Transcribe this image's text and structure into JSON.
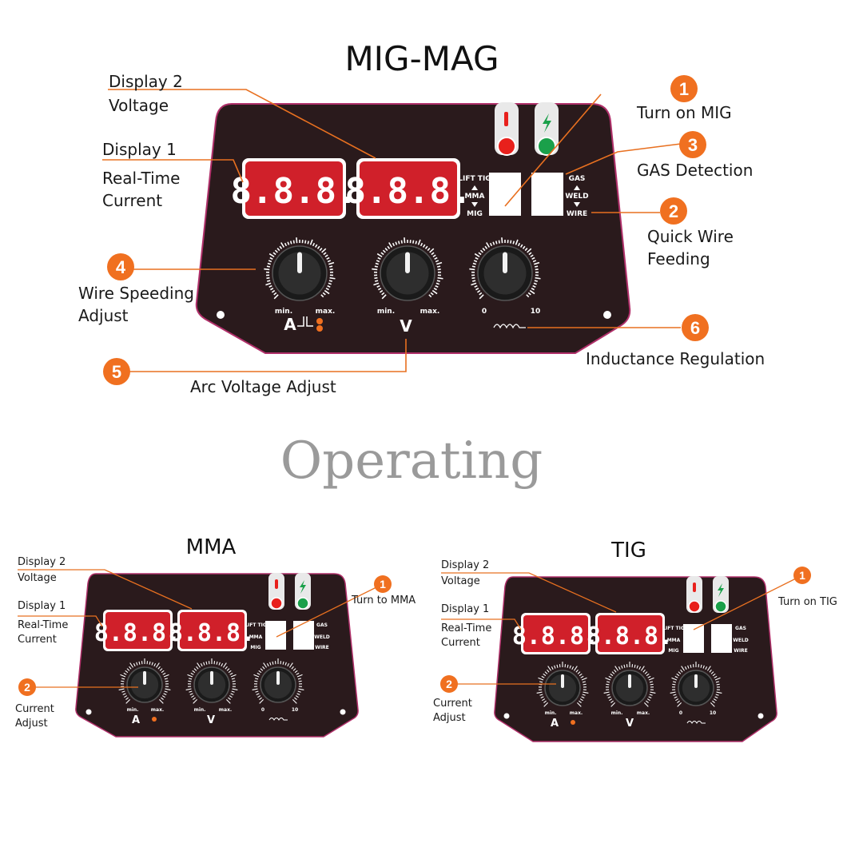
{
  "title": "MIG-MAG",
  "section_heading": "Operating",
  "main": {
    "display1": {
      "value": "8.8.8.",
      "label_line1": "Display 1",
      "label_line2": "Real-Time",
      "label_line3": "Current"
    },
    "display2": {
      "value": "8.8.8.",
      "label_line1": "Display 2",
      "label_line2": "Voltage"
    },
    "mode_labels": {
      "top": "LIFT TIG",
      "mid": "MMA",
      "bottom": "MIG"
    },
    "gas_labels": {
      "top": "GAS",
      "mid": "WELD",
      "bottom": "WIRE"
    },
    "knob1": {
      "min": "min.",
      "max": "max.",
      "symbol": "A"
    },
    "knob2": {
      "min": "min.",
      "max": "max.",
      "symbol": "V"
    },
    "knob3": {
      "min": "0",
      "max": "10"
    },
    "callouts": [
      {
        "num": "1",
        "text": "Turn on MIG"
      },
      {
        "num": "3",
        "text": "GAS Detection"
      },
      {
        "num": "2",
        "text": "Quick Wire",
        "text2": "Feeding"
      },
      {
        "num": "4",
        "text": "Wire Speeding",
        "text2": "Adjust"
      },
      {
        "num": "5",
        "text": "Arc Voltage Adjust"
      },
      {
        "num": "6",
        "text": "Inductance Regulation"
      }
    ]
  },
  "mma": {
    "title": "MMA",
    "display1": {
      "value": "8.8.8.",
      "label_line1": "Display 1",
      "label_line2": "Real-Time",
      "label_line3": "Current"
    },
    "display2": {
      "value": "8.8.8.",
      "label_line1": "Display 2",
      "label_line2": "Voltage"
    },
    "callout1": {
      "num": "1",
      "text": "Turn to MMA"
    },
    "callout2": {
      "num": "2",
      "text": "Current",
      "text2": "Adjust"
    }
  },
  "tig": {
    "title": "TIG",
    "display1": {
      "value": "8.8.8.",
      "label_line1": "Display 1",
      "label_line2": "Real-Time",
      "label_line3": "Current"
    },
    "display2": {
      "value": "8.8.8.",
      "label_line1": "Display 2",
      "label_line2": "Voltage"
    },
    "callout1": {
      "num": "1",
      "text": "Turn on TIG"
    },
    "callout2": {
      "num": "2",
      "text": "Current",
      "text2": "Adjust"
    }
  },
  "colors": {
    "panel": "#2a1a1c",
    "panel_border": "#b0306a",
    "display_red": "#d0202a",
    "badge_orange": "#f07020",
    "led_red": "#e8201c",
    "led_green": "#1aa04a",
    "callout_line": "#e87020",
    "heading_gray": "#9a9a9a"
  }
}
